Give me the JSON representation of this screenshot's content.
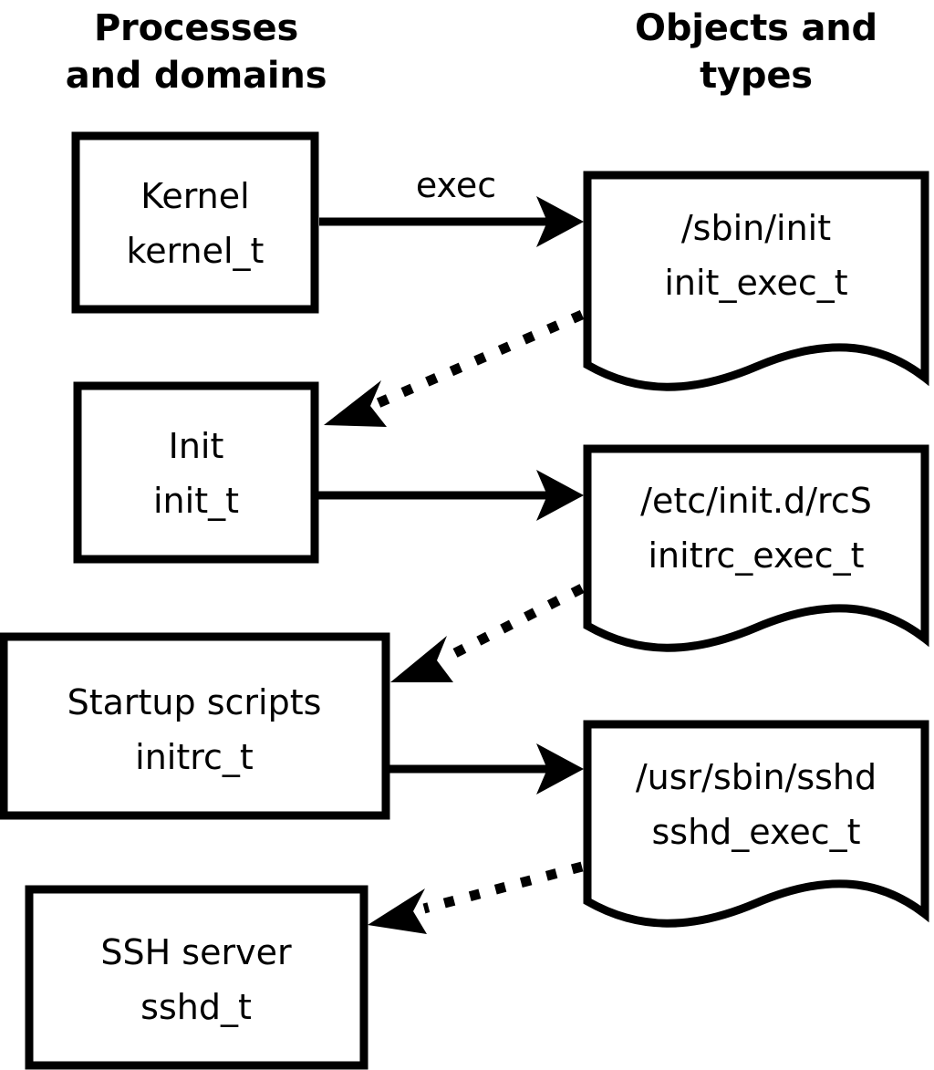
{
  "diagram": {
    "type": "flow-diagram",
    "background_color": "#ffffff",
    "line_color": "#000000",
    "columns": [
      {
        "id": "processes",
        "title_line1": "Processes",
        "title_line2": "and domains"
      },
      {
        "id": "objects",
        "title_line1": "Objects and",
        "title_line2": "types"
      }
    ],
    "process_nodes": [
      {
        "id": "kernel",
        "shape": "rectangle",
        "line1": "Kernel",
        "line2": "kernel_t"
      },
      {
        "id": "init",
        "shape": "rectangle",
        "line1": "Init",
        "line2": "init_t"
      },
      {
        "id": "initrc",
        "shape": "rectangle",
        "line1": "Startup scripts",
        "line2": "initrc_t"
      },
      {
        "id": "sshd",
        "shape": "rectangle",
        "line1": "SSH server",
        "line2": "sshd_t"
      }
    ],
    "object_nodes": [
      {
        "id": "init_exec",
        "shape": "document",
        "line1": "/sbin/init",
        "line2": "init_exec_t"
      },
      {
        "id": "initrc_exec",
        "shape": "document",
        "line1": "/etc/init.d/rcS",
        "line2": "initrc_exec_t"
      },
      {
        "id": "sshd_exec",
        "shape": "document",
        "line1": "/usr/sbin/sshd",
        "line2": "sshd_exec_t"
      }
    ],
    "edges": [
      {
        "id": "kernel-to-init-exec",
        "from": "kernel",
        "to": "init_exec",
        "style": "solid",
        "label": "exec"
      },
      {
        "id": "init-exec-to-init",
        "from": "init_exec",
        "to": "init",
        "style": "dotted",
        "label": ""
      },
      {
        "id": "init-to-initrc-exec",
        "from": "init",
        "to": "initrc_exec",
        "style": "solid",
        "label": ""
      },
      {
        "id": "initrc-exec-to-initrc",
        "from": "initrc_exec",
        "to": "initrc",
        "style": "dotted",
        "label": ""
      },
      {
        "id": "initrc-to-sshd-exec",
        "from": "initrc",
        "to": "sshd_exec",
        "style": "solid",
        "label": ""
      },
      {
        "id": "sshd-exec-to-sshd",
        "from": "sshd_exec",
        "to": "sshd",
        "style": "dotted",
        "label": ""
      }
    ]
  }
}
